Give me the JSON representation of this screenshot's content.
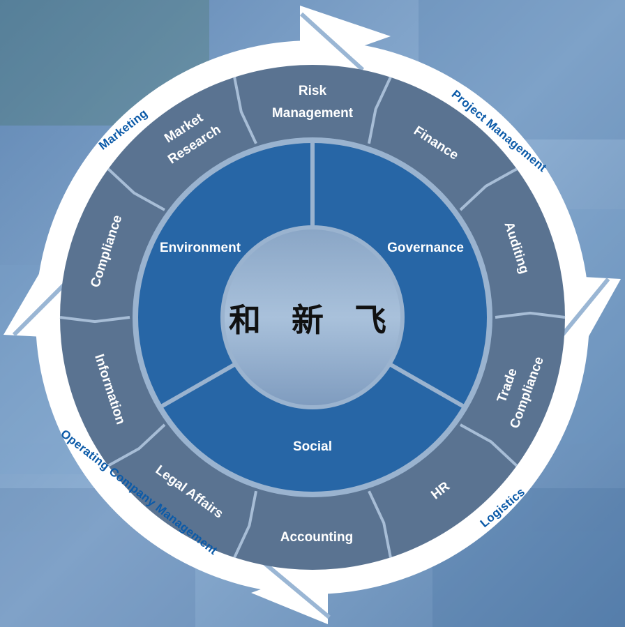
{
  "colors": {
    "background": "#6c8fb8",
    "outer_ring": "#ffffff",
    "segment": "#5a7391",
    "core": "#2766a6",
    "center": "#98b3d1",
    "ring_label": "#0b5aa8"
  },
  "outer_ring": {
    "labels": {
      "marketing": "Marketing",
      "project_management": "Project Management",
      "logistics": "Logistics",
      "operating_company_management": "Operating Company Management"
    }
  },
  "segments": {
    "risk_management": [
      "Risk",
      "Management"
    ],
    "finance": "Finance",
    "auditing": "Auditing",
    "trade_compliance": [
      "Trade",
      "Compliance"
    ],
    "hr": "HR",
    "accounting": "Accounting",
    "legal_affairs": "Legal Affairs",
    "information": "Information",
    "compliance": "Compliance",
    "market_research": [
      "Market",
      "Research"
    ]
  },
  "core": {
    "environment": "Environment",
    "governance": "Governance",
    "social": "Social"
  },
  "logo": {
    "text": "和 新 飞"
  }
}
